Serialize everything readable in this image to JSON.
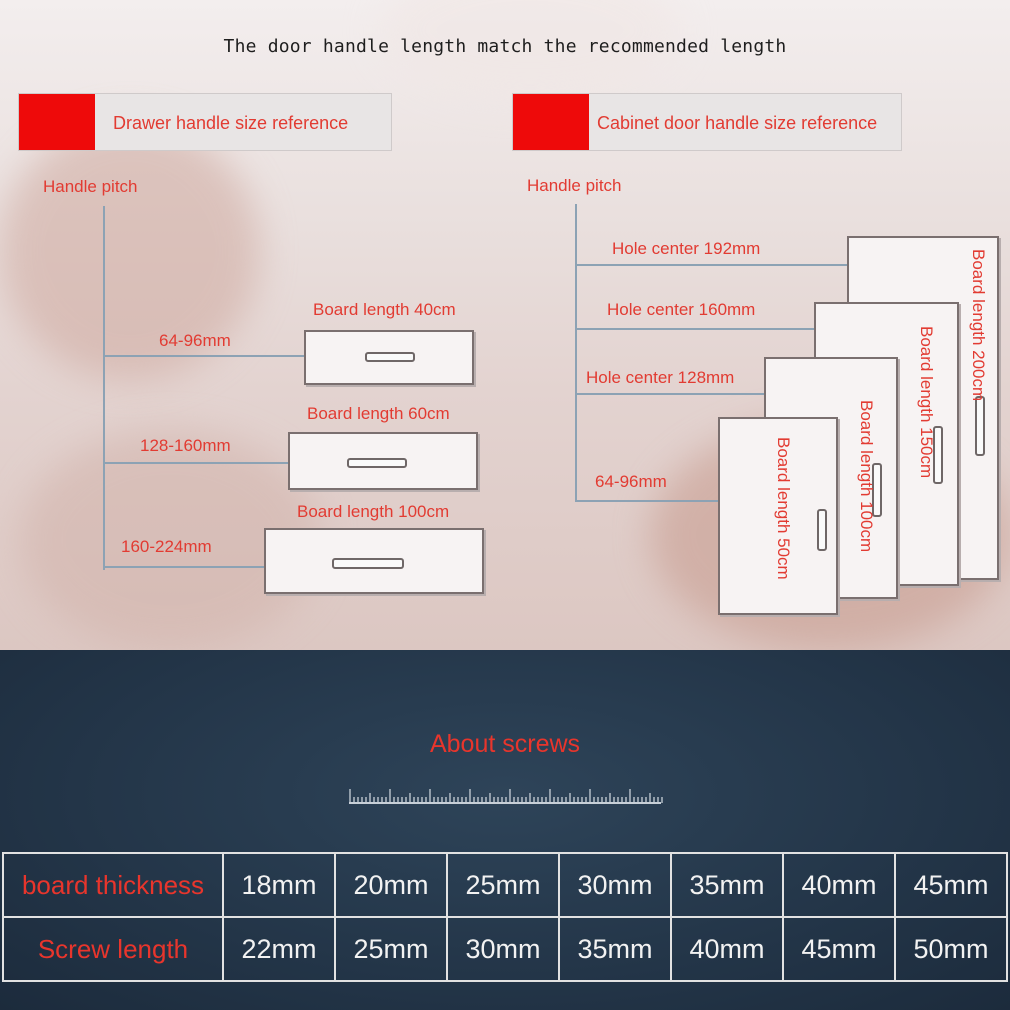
{
  "headline": "The door handle length match the recommended length",
  "drawer": {
    "title": "Drawer handle size reference",
    "pitch_label": "Handle pitch",
    "items": [
      {
        "board": "Board length 40cm",
        "pitch": "64-96mm"
      },
      {
        "board": "Board length 60cm",
        "pitch": "128-160mm"
      },
      {
        "board": "Board length 100cm",
        "pitch": "160-224mm"
      }
    ]
  },
  "cabinet": {
    "title": "Cabinet door handle size reference",
    "pitch_label": "Handle pitch",
    "items": [
      {
        "pitch": "Hole center 192mm",
        "board": "Board length 200cm"
      },
      {
        "pitch": "Hole center 160mm",
        "board": "Board length 150cm"
      },
      {
        "pitch": "Hole center 128mm",
        "board": "Board length 100cm"
      },
      {
        "pitch": "64-96mm",
        "board": "Board length 50cm"
      }
    ]
  },
  "screws": {
    "title": "About screws",
    "row1_label": "board thickness",
    "row1": [
      "18mm",
      "20mm",
      "25mm",
      "30mm",
      "35mm",
      "40mm",
      "45mm"
    ],
    "row2_label": "Screw length",
    "row2": [
      "22mm",
      "25mm",
      "30mm",
      "35mm",
      "40mm",
      "45mm",
      "50mm"
    ]
  },
  "colors": {
    "accent_red": "#ee0a0a",
    "text_red": "#e23b32",
    "navy": "#243648"
  }
}
